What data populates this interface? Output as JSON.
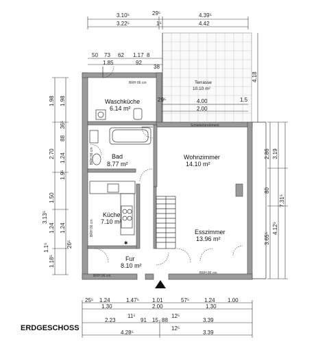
{
  "title": "ERDGESCHOSS",
  "rooms": {
    "terrasse": {
      "name": "Terrasse",
      "area": "10.10 m²"
    },
    "waschkueche": {
      "name": "Waschküche",
      "area": "6.14 m²"
    },
    "bad": {
      "name": "Bad",
      "area": "8.77 m²"
    },
    "kueche": {
      "name": "Küche",
      "area": "7.10 m²"
    },
    "flur": {
      "name": "Fur",
      "area": "8.10 m²"
    },
    "wohnzimmer": {
      "name": "Wohnzimmer",
      "area": "14.10 m²"
    },
    "esszimmer": {
      "name": "Esszimmer",
      "area": "13.96 m²"
    }
  },
  "labels": {
    "schiebetuere": "Schiebetürelement",
    "brh_top": "BRH 86 cm",
    "brh_bad": "BRH 86 cm",
    "brh_kueche": "BRH 86 cm",
    "brh_flur": "BRH 86 cm",
    "brh_ess": "BRH 86 cm"
  },
  "dims": {
    "top1": [
      "3.10⁵",
      "29⁵",
      "4.39⁵"
    ],
    "top2": [
      "3.22⁵",
      "1⁵",
      "4.42"
    ],
    "top3": [
      "50",
      "73",
      "62",
      "1.17",
      "8",
      "38"
    ],
    "top3b": [
      "1.85",
      "92"
    ],
    "terrasse": [
      "4.00",
      "2.00",
      "29⁵",
      "1.5"
    ],
    "right_terr": "4.18",
    "left1": [
      "1.98",
      "2.70",
      "1.50",
      "1.24",
      "1.18⁵"
    ],
    "left2": [
      "1.98",
      "36⁵",
      "88",
      "1.24",
      "1.9⁵",
      "3.13⁵",
      "1.24",
      "1.1⁵",
      "26⁵"
    ],
    "right": [
      "2.86",
      "3.19",
      "80",
      "7.31⁵",
      "3.65⁵",
      "4.12⁵"
    ],
    "bottom1": [
      "25⁵",
      "1.24",
      "1.47⁵",
      "1.01",
      "57⁵",
      "1.24",
      "1.00"
    ],
    "bottom1b": [
      "1.30",
      "2.00",
      "1.30"
    ],
    "bottom2": [
      "2.23",
      "11⁵",
      "91",
      "15",
      "88",
      "12⁵",
      "3.39"
    ],
    "bottom3": [
      "4.28⁵",
      "12⁵",
      "3.39"
    ]
  }
}
